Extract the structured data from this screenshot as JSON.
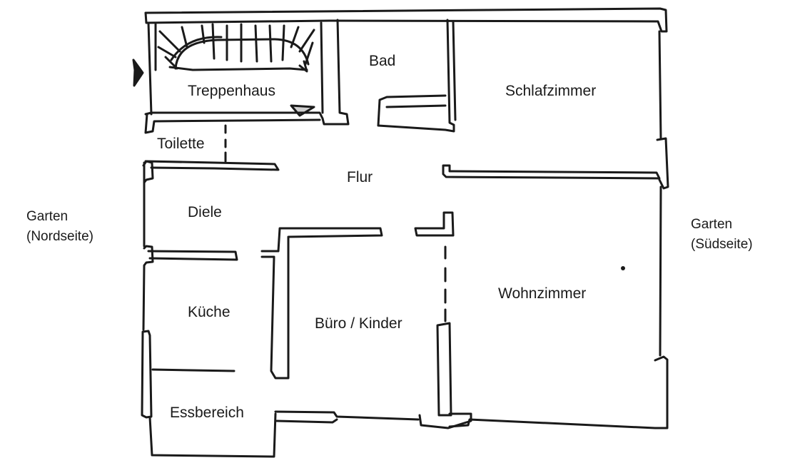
{
  "rooms": {
    "treppenhaus": "Treppenhaus",
    "bad": "Bad",
    "schlafzimmer": "Schlafzimmer",
    "toilette": "Toilette",
    "flur": "Flur",
    "diele": "Diele",
    "kueche": "Küche",
    "buero": "Büro / Kinder",
    "wohnzimmer": "Wohnzimmer",
    "essbereich": "Essbereich"
  },
  "sides": {
    "north": {
      "line1": "Garten",
      "line2": "(Nordseite)"
    },
    "south": {
      "line1": "Garten",
      "line2": "(Südseite)"
    }
  },
  "colors": {
    "ink": "#1a1a1a",
    "paper": "#ffffff"
  }
}
